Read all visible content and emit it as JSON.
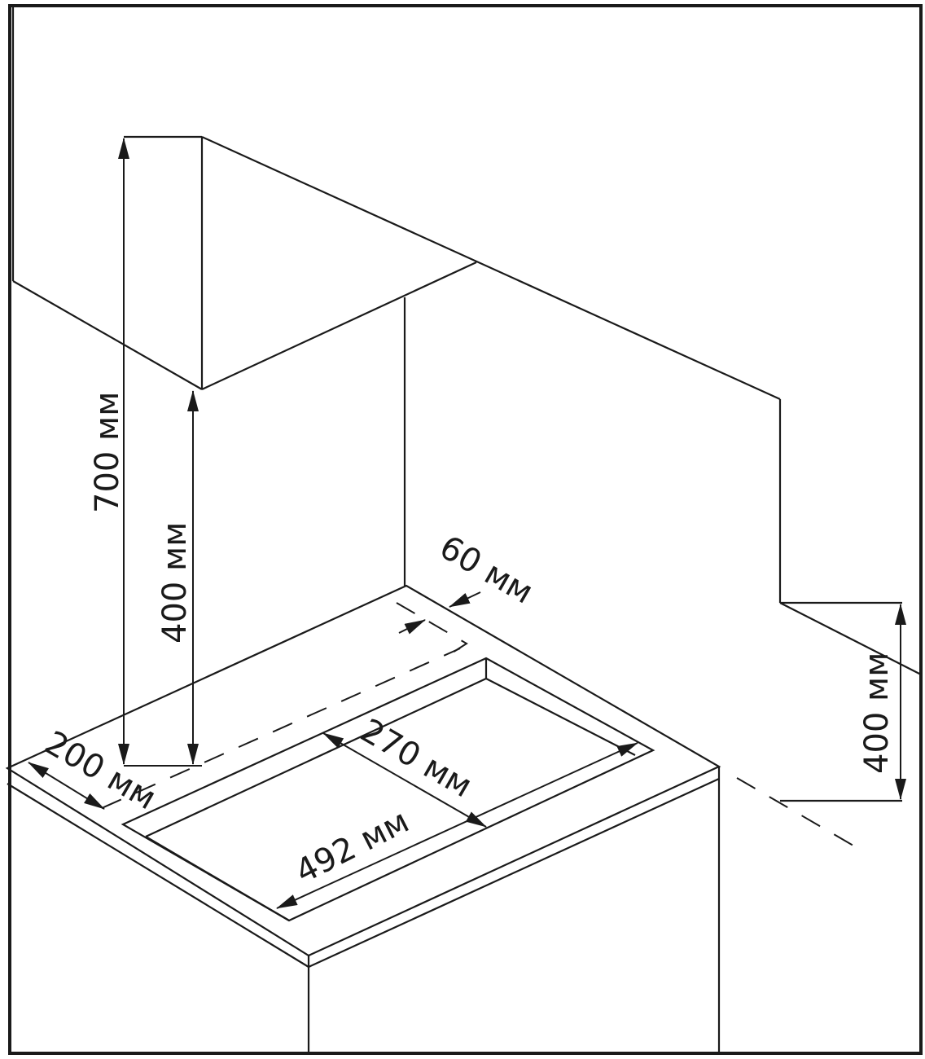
{
  "dimensions": {
    "hood_height_label": "700 мм",
    "cabinet_height_label": "400 мм",
    "side_cabinet_height_label": "400 мм",
    "wall_gap_label": "60 мм",
    "side_clearance_label": "200 мм",
    "cutout_depth_label": "270 мм",
    "cutout_width_label": "492 мм"
  },
  "colors": {
    "line": "#1a1a1a",
    "background": "#ffffff"
  }
}
